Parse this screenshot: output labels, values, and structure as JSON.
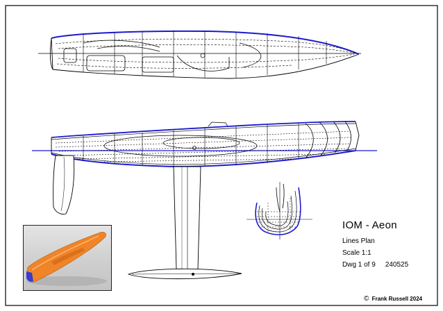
{
  "drawing": {
    "title": "IOM - Aeon",
    "subtitle": "Lines Plan",
    "scale": "Scale 1:1",
    "sheet": "Dwg 1 of 9",
    "date": "240525",
    "credit_symbol": "©",
    "credit": "Frank Russell 2024"
  },
  "views": [
    "plan-view",
    "profile-view",
    "body-plan",
    "render-thumbnail"
  ],
  "colors": {
    "line": "#000000",
    "hull_blue": "#1a1ad0",
    "hull_orange": "#f08428",
    "frame": "#000000"
  }
}
